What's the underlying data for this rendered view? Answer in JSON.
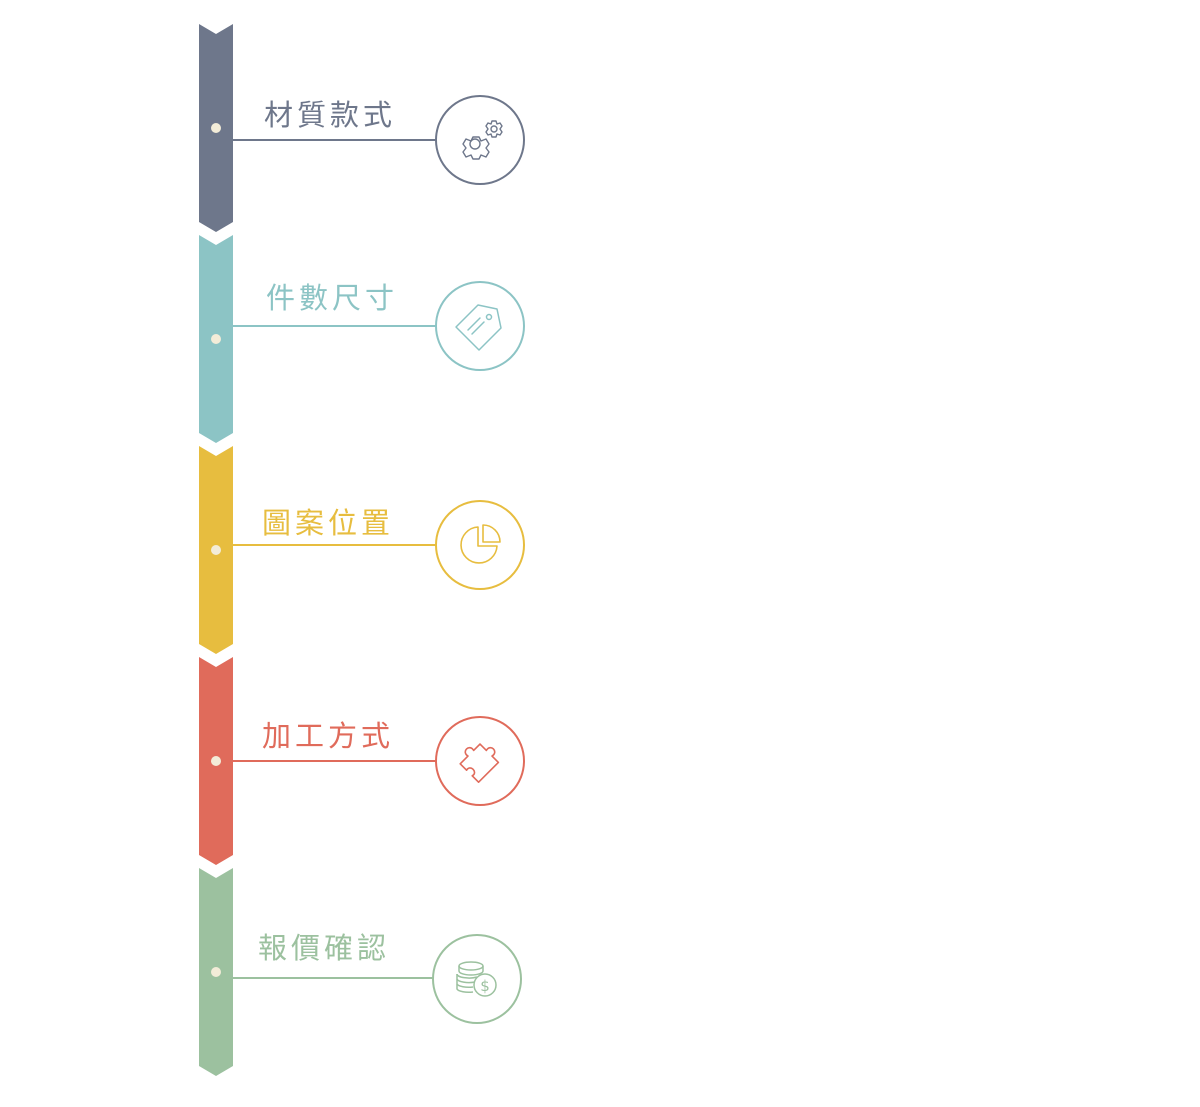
{
  "steps": [
    {
      "label": "材質款式",
      "color": "#6e778b",
      "icon": "gears-icon"
    },
    {
      "label": "件數尺寸",
      "color": "#8cc4c5",
      "icon": "price-tag-icon"
    },
    {
      "label": "圖案位置",
      "color": "#e7bd3f",
      "icon": "pie-chart-icon"
    },
    {
      "label": "加工方式",
      "color": "#e06b5b",
      "icon": "puzzle-piece-icon"
    },
    {
      "label": "報價確認",
      "color": "#9cc19f",
      "icon": "coins-dollar-icon"
    }
  ],
  "dot_color": "#f3ecd8"
}
